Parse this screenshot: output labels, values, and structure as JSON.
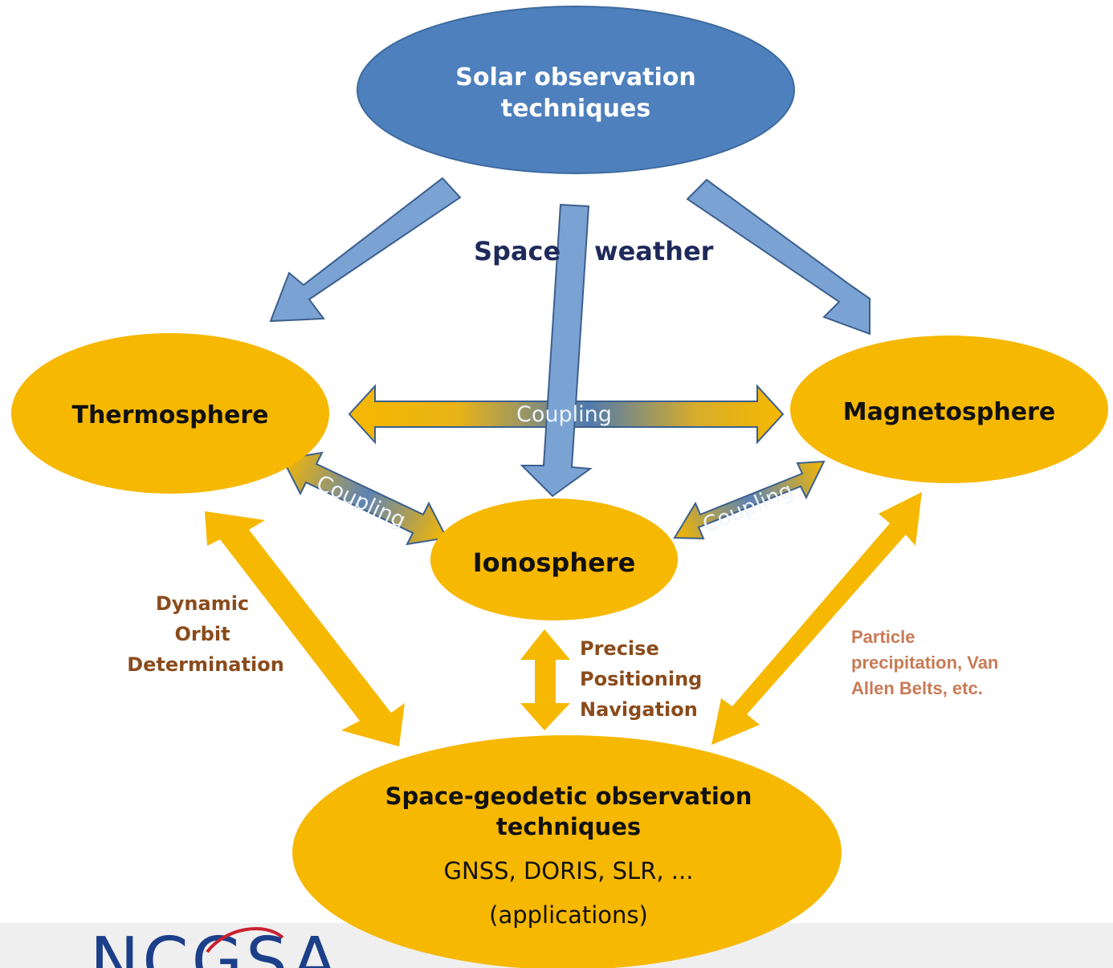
{
  "nodes": {
    "solar": {
      "line1": "Solar observation",
      "line2": "techniques"
    },
    "thermosphere": {
      "label": "Thermosphere"
    },
    "magnetosphere": {
      "label": "Magnetosphere"
    },
    "ionosphere": {
      "label": "Ionosphere"
    },
    "geodetic": {
      "line1": "Space-geodetic observation",
      "line2": "techniques",
      "line3": "GNSS, DORIS, SLR, ...",
      "line4": "(applications)"
    }
  },
  "labels": {
    "space": "Space",
    "weather": "weather",
    "coupling_top": "Coupling",
    "coupling_left": "Coupling",
    "coupling_right": "Coupling"
  },
  "annotations": {
    "dynamic_orbit": [
      "Dynamic",
      "Orbit",
      "Determination"
    ],
    "precise_positioning": [
      "Precise",
      "Positioning",
      "Navigation"
    ],
    "particle": [
      "Particle",
      "precipitation, Van",
      "Allen Belts, etc."
    ]
  },
  "logo": {
    "text": "NCGSA"
  },
  "colors": {
    "solar_blue": "#4e80bd",
    "arrow_blue": "#7aa3d4",
    "node_gold": "#f6b800",
    "text_navy": "#1f2a5a",
    "annot_brown": "#8a4b1c",
    "annot_salmon": "#c87a56"
  }
}
